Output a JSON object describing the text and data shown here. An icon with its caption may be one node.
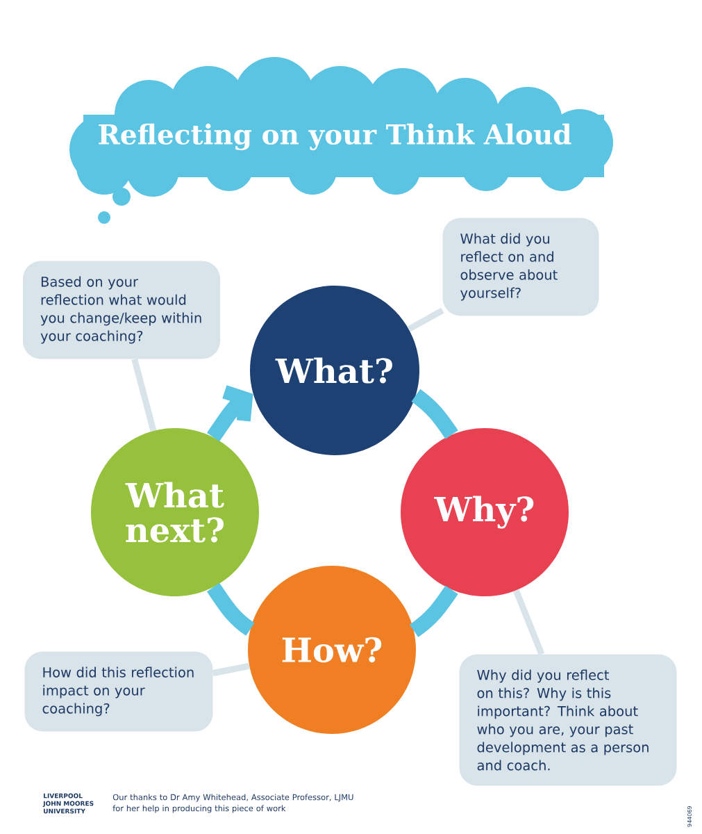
{
  "diagram": {
    "nodes": [
      {
        "text": [
          "Reflecting on your Think Aloud"
        ]
      },
      {
        "text": [
          "What did you reflect on and observe about yourself?"
        ]
      },
      {
        "text": [
          "What?"
        ]
      },
      {
        "text": [
          "Based on your reflection what would you change/keep within your coaching?"
        ]
      },
      {
        "text": [
          "What next?"
        ]
      },
      {
        "text": [
          "Why?"
        ]
      },
      {
        "text": [
          "How?"
        ]
      },
      {
        "text": [
          "How did this reflection impact on your coaching?"
        ]
      },
      {
        "text": [
          "Why did you reflect on this? Why is this important? Think about who you are, your past development as a person and coach."
        ]
      }
    ],
    "edges": [
      {
        "from": 1,
        "to": 2,
        "arrow": "none"
      },
      {
        "from": 3,
        "to": 4,
        "arrow": "none"
      },
      {
        "from": 5,
        "to": 8,
        "arrow": "none"
      },
      {
        "from": 7,
        "to": 6,
        "arrow": "none"
      },
      {
        "from": 2,
        "to": 5,
        "arrow": "none",
        "style": "thick",
        "color": "#5bc4e2"
      },
      {
        "from": 5,
        "to": 6,
        "arrow": "none",
        "style": "thick",
        "color": "#5bc4e2"
      },
      {
        "from": 6,
        "to": 4,
        "arrow": "none",
        "style": "thick",
        "color": "#5bc4e2"
      },
      {
        "from": 4,
        "to": 2,
        "arrow": "to",
        "style": "thick",
        "color": "#5bc4e2"
      }
    ],
    "labels": [
      "LIVERPOOL JOHN MOORES UNIVERSITY",
      "Our thanks to Dr Amy Whitehead, Associate Professor, LJMU for her help in producing this piece of work",
      "944069"
    ]
  }
}
